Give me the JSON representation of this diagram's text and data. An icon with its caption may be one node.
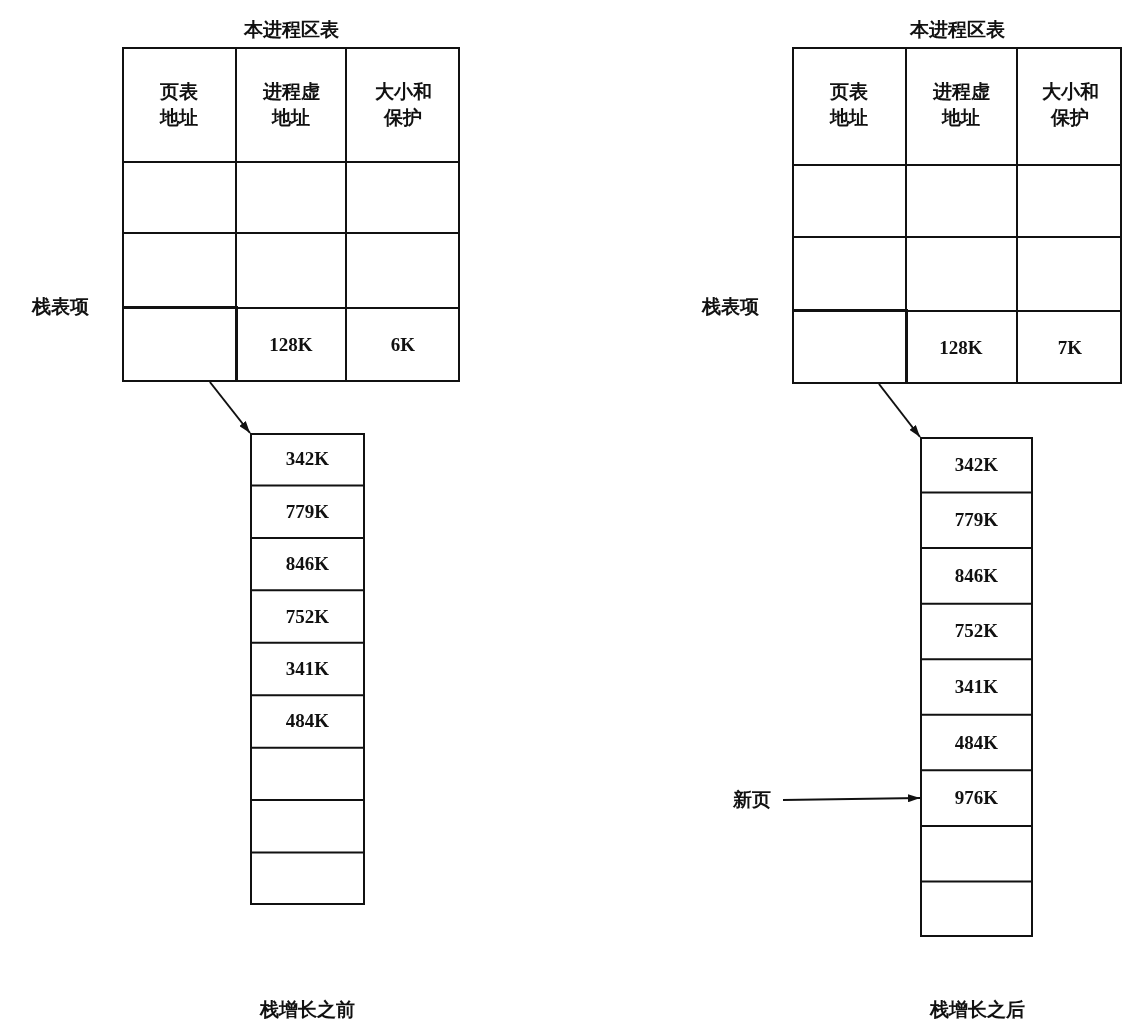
{
  "diagram": {
    "nodes": [
      {
        "text": [
          "本进程区表"
        ]
      },
      {
        "text": [],
        "shape": "box",
        "in": 0
      },
      {
        "text": [
          "342K",
          "779K",
          "846K",
          "752K",
          "341K",
          "484K"
        ]
      },
      {
        "text": [
          "本进程区表"
        ]
      },
      {
        "text": [],
        "shape": "box",
        "in": 3
      },
      {
        "text": [
          "342K",
          "779K",
          "846K",
          "752K",
          "341K",
          "484K",
          "976K"
        ]
      },
      {
        "text": [
          "新页"
        ]
      }
    ],
    "edges": [
      {
        "from": 1,
        "to": 2,
        "arrow": "to"
      },
      {
        "from": 4,
        "to": 5,
        "arrow": "to"
      },
      {
        "from": 6,
        "to": 5,
        "arrow": "to"
      }
    ],
    "labels": [
      "页表地址",
      "进程虚地址",
      "大小和保护",
      "栈表项",
      "128K",
      "6K",
      "栈增长之前",
      "页表地址",
      "进程虚地址",
      "大小和保护",
      "栈表项",
      "128K",
      "7K",
      "栈增长之后"
    ]
  }
}
